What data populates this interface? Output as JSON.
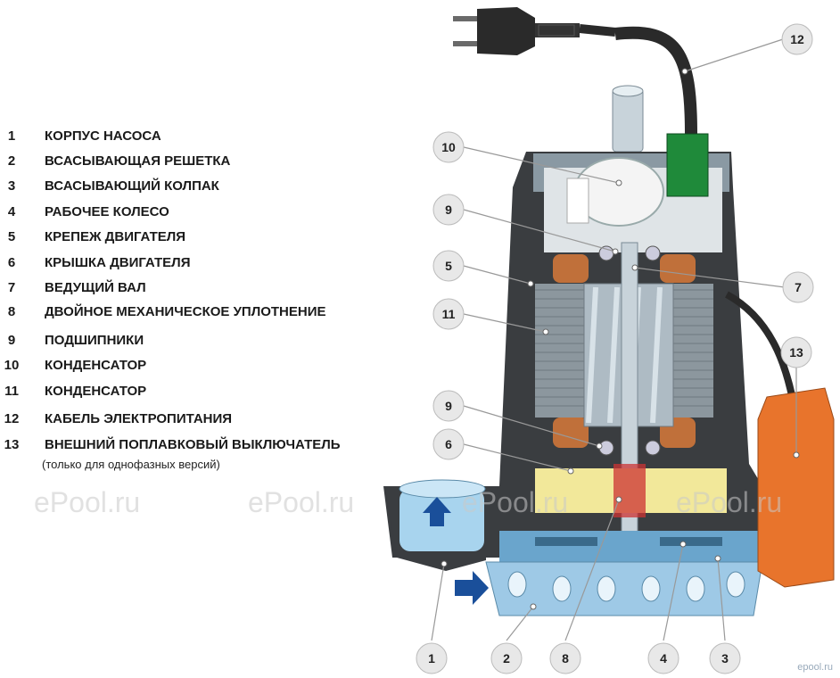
{
  "legend": [
    {
      "num": "1",
      "label": "КОРПУС НАСОСА"
    },
    {
      "num": "2",
      "label": "ВСАСЫВАЮЩАЯ РЕШЕТКА"
    },
    {
      "num": "3",
      "label": "ВСАСЫВАЮЩИЙ КОЛПАК"
    },
    {
      "num": "4",
      "label": "РАБОЧЕЕ КОЛЕСО"
    },
    {
      "num": "5",
      "label": "КРЕПЕЖ ДВИГАТЕЛЯ"
    },
    {
      "num": "6",
      "label": "КРЫШКА ДВИГАТЕЛЯ"
    },
    {
      "num": "7",
      "label": "ВЕДУЩИЙ ВАЛ"
    },
    {
      "num": "8",
      "label": "ДВОЙНОЕ МЕХАНИЧЕСКОЕ УПЛОТНЕНИЕ"
    },
    {
      "num": "9",
      "label": "ПОДШИПНИКИ"
    },
    {
      "num": "10",
      "label": "КОНДЕНСАТОР"
    },
    {
      "num": "11",
      "label": "КОНДЕНСАТОР"
    },
    {
      "num": "12",
      "label": "КАБЕЛЬ ЭЛЕКТРОПИТАНИЯ"
    },
    {
      "num": "13",
      "label": "ВНЕШНИЙ ПОПЛАВКОВЫЙ ВЫКЛЮЧАТЕЛЬ"
    }
  ],
  "legend_note": "(только для однофазных версий)",
  "watermark": "ePool.ru",
  "brand_mark": "epool.ru",
  "callouts": [
    "12",
    "10",
    "9",
    "5",
    "11",
    "7",
    "13",
    "9",
    "6",
    "1",
    "2",
    "8",
    "4",
    "3"
  ],
  "colors": {
    "housing": "#3a3d40",
    "steel": "#b8c4cc",
    "water": "#a8d4ee",
    "copper": "#c0703a",
    "float": "#e8742c",
    "oil": "#f2e89a",
    "arrow": "#1a4f9a"
  }
}
